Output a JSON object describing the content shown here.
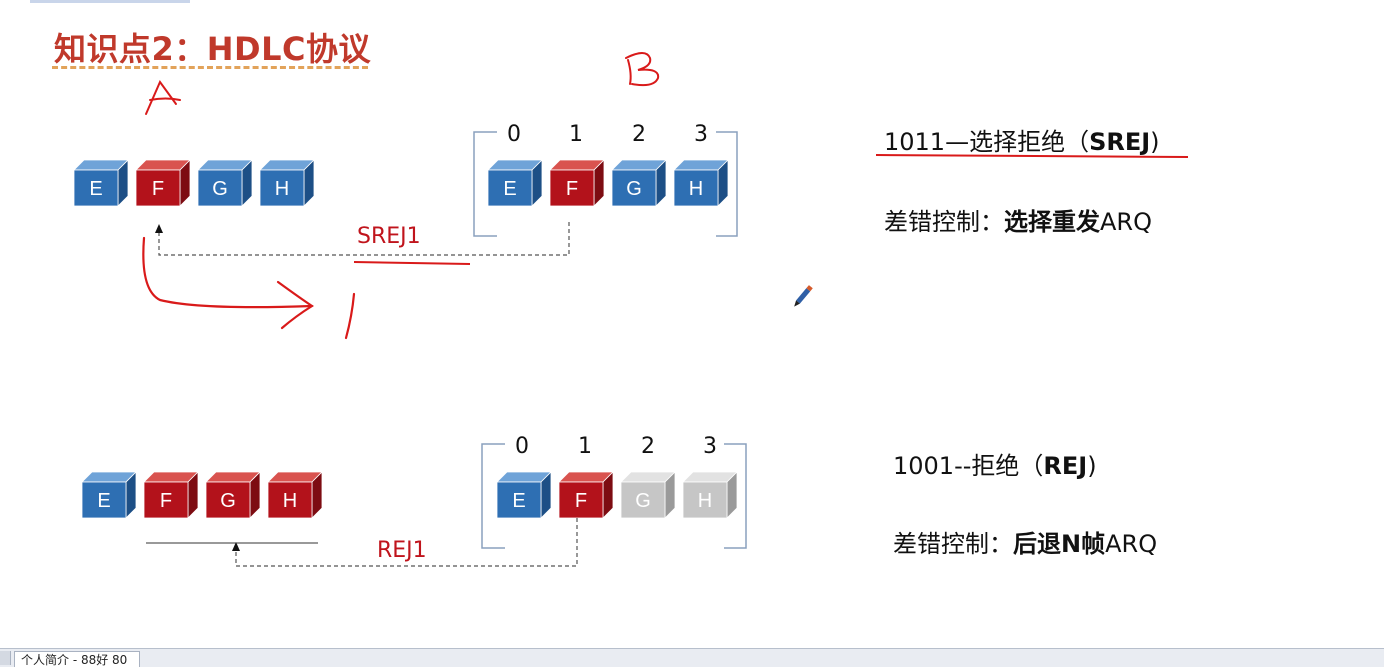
{
  "title": "知识点2：HDLC协议",
  "handwriting": {
    "a": "A",
    "b": "B"
  },
  "srej": {
    "label": "SREJ1",
    "sender_frames": [
      {
        "letter": "E",
        "color": "blue"
      },
      {
        "letter": "F",
        "color": "red"
      },
      {
        "letter": "G",
        "color": "blue"
      },
      {
        "letter": "H",
        "color": "blue"
      }
    ],
    "window_indices": [
      "0",
      "1",
      "2",
      "3"
    ],
    "receiver_frames": [
      {
        "letter": "E",
        "color": "blue"
      },
      {
        "letter": "F",
        "color": "red"
      },
      {
        "letter": "G",
        "color": "blue"
      },
      {
        "letter": "H",
        "color": "blue"
      }
    ],
    "code_prefix": "1011—选择拒绝（",
    "code_bold": "SREJ",
    "code_suffix": ")",
    "control_prefix": "差错控制：",
    "control_bold": "选择重发",
    "control_suffix": "ARQ"
  },
  "rej": {
    "label": "REJ1",
    "sender_frames": [
      {
        "letter": "E",
        "color": "blue"
      },
      {
        "letter": "F",
        "color": "red"
      },
      {
        "letter": "G",
        "color": "red"
      },
      {
        "letter": "H",
        "color": "red"
      }
    ],
    "window_indices": [
      "0",
      "1",
      "2",
      "3"
    ],
    "receiver_frames": [
      {
        "letter": "E",
        "color": "blue"
      },
      {
        "letter": "F",
        "color": "red"
      },
      {
        "letter": "G",
        "color": "gray"
      },
      {
        "letter": "H",
        "color": "gray"
      }
    ],
    "code_prefix": "1001--拒绝（",
    "code_bold": "REJ",
    "code_suffix": ")",
    "control_prefix": "差错控制：",
    "control_bold": "后退N帧",
    "control_suffix": "ARQ"
  },
  "colors": {
    "blue_front": "#2e6fb3",
    "blue_top": "#6fa3d8",
    "blue_side": "#1d4f86",
    "red_front": "#b3121b",
    "red_top": "#d9534f",
    "red_side": "#7d0c12",
    "gray_front": "#c6c6c6",
    "gray_top": "#e2e2e2",
    "gray_side": "#9a9a9a",
    "annotation": "#d91a1a"
  },
  "pen_icon": "pen-cursor-icon",
  "taskbar": {
    "tab_label": "个人简介 - 88好 80"
  }
}
